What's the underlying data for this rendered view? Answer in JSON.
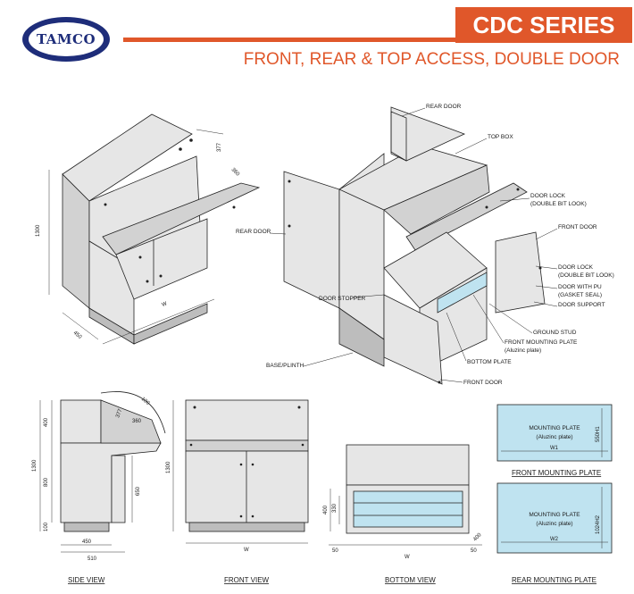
{
  "header": {
    "logo_text": "TAMCO",
    "series": "CDC SERIES",
    "subtitle": "FRONT, REAR & TOP ACCESS, DOUBLE DOOR"
  },
  "iso_dims": {
    "height": "1300",
    "top": "377",
    "top_depth": "360",
    "depth": "450",
    "width": "W"
  },
  "callouts": {
    "rear_door_top": "REAR DOOR",
    "top_box": "TOP BOX",
    "door_lock_top": "DOOR LOCK",
    "door_lock_top_sub": "(DOUBLE BIT LOOK)",
    "front_door_right": "FRONT DOOR",
    "rear_door_left": "REAR DOOR",
    "door_lock_mid": "DOOR LOCK",
    "door_lock_mid_sub": "(DOUBLE BIT LOOK)",
    "door_with_pu": "DOOR WITH PU",
    "door_with_pu_sub": "(GASKET SEAL)",
    "door_support": "DOOR SUPPORT",
    "door_stopper": "DOOR STOPPER",
    "ground_stud": "GROUND STUD",
    "front_mounting_plate": "FRONT MOUNTING PLATE",
    "front_mounting_plate_sub": "(Aluzinc plate)",
    "bottom_plate": "BOTTOM PLATE",
    "base_plinth": "BASE/PLINTH",
    "front_door_bottom": "FRONT DOOR"
  },
  "side_view": {
    "caption": "SIDE VIEW",
    "dims": {
      "upper": "400",
      "total": "1300",
      "middle": "800",
      "base": "100",
      "depth": "450",
      "overall_depth": "510",
      "inner": "650",
      "top": "377",
      "top_depth": "360",
      "angle": "100"
    }
  },
  "front_view": {
    "caption": "FRONT VIEW",
    "dims": {
      "height": "1300",
      "width": "W"
    }
  },
  "bottom_view": {
    "caption": "BOTTOM VIEW",
    "dims": {
      "outer": "400",
      "inner": "330",
      "left": "50",
      "right": "50",
      "width": "W",
      "corner": "400"
    }
  },
  "front_mounting_plate": {
    "caption": "FRONT MOUNTING PLATE",
    "title": "MOUNTING PLATE",
    "sub": "(Aluzinc plate)",
    "width_label": "W1",
    "height_label": "550H1"
  },
  "rear_mounting_plate": {
    "caption": "REAR MOUNTING PLATE",
    "title": "MOUNTING PLATE",
    "sub": "(Aluzinc plate)",
    "width_label": "W2",
    "height_label": "1024H2"
  },
  "colors": {
    "accent": "#e0572a",
    "logo_blue": "#1e2d7a",
    "plate_fill": "#bfe3f0"
  }
}
